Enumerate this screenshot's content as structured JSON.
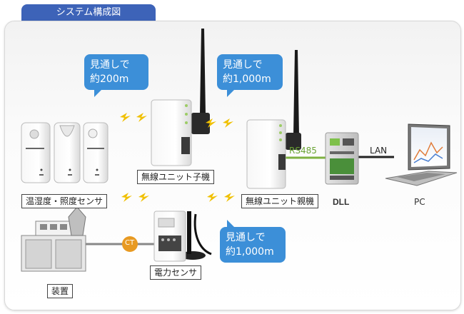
{
  "title": "システム構成図",
  "bubbles": {
    "sensor_range": {
      "line1": "見通しで",
      "line2": "約200m"
    },
    "child_parent_range": {
      "line1": "見通しで",
      "line2": "約1,000m"
    },
    "power_range": {
      "line1": "見通しで",
      "line2": "約1,000m"
    }
  },
  "labels": {
    "sensors": "温湿度・照度センサ",
    "wireless_child": "無線ユニット子機",
    "wireless_parent": "無線ユニット親機",
    "dll": "DLL",
    "pc": "PC",
    "power_sensor": "電力センサ",
    "equipment": "装置",
    "ct": "CT"
  },
  "connections": {
    "rs485": "RS485",
    "lan": "LAN"
  },
  "colors": {
    "title_tab": "#3d63b8",
    "bubble": "#3c8fd8",
    "rs485": "#7fb241",
    "ct": "#e89a22",
    "lightning": "#f0c000"
  }
}
